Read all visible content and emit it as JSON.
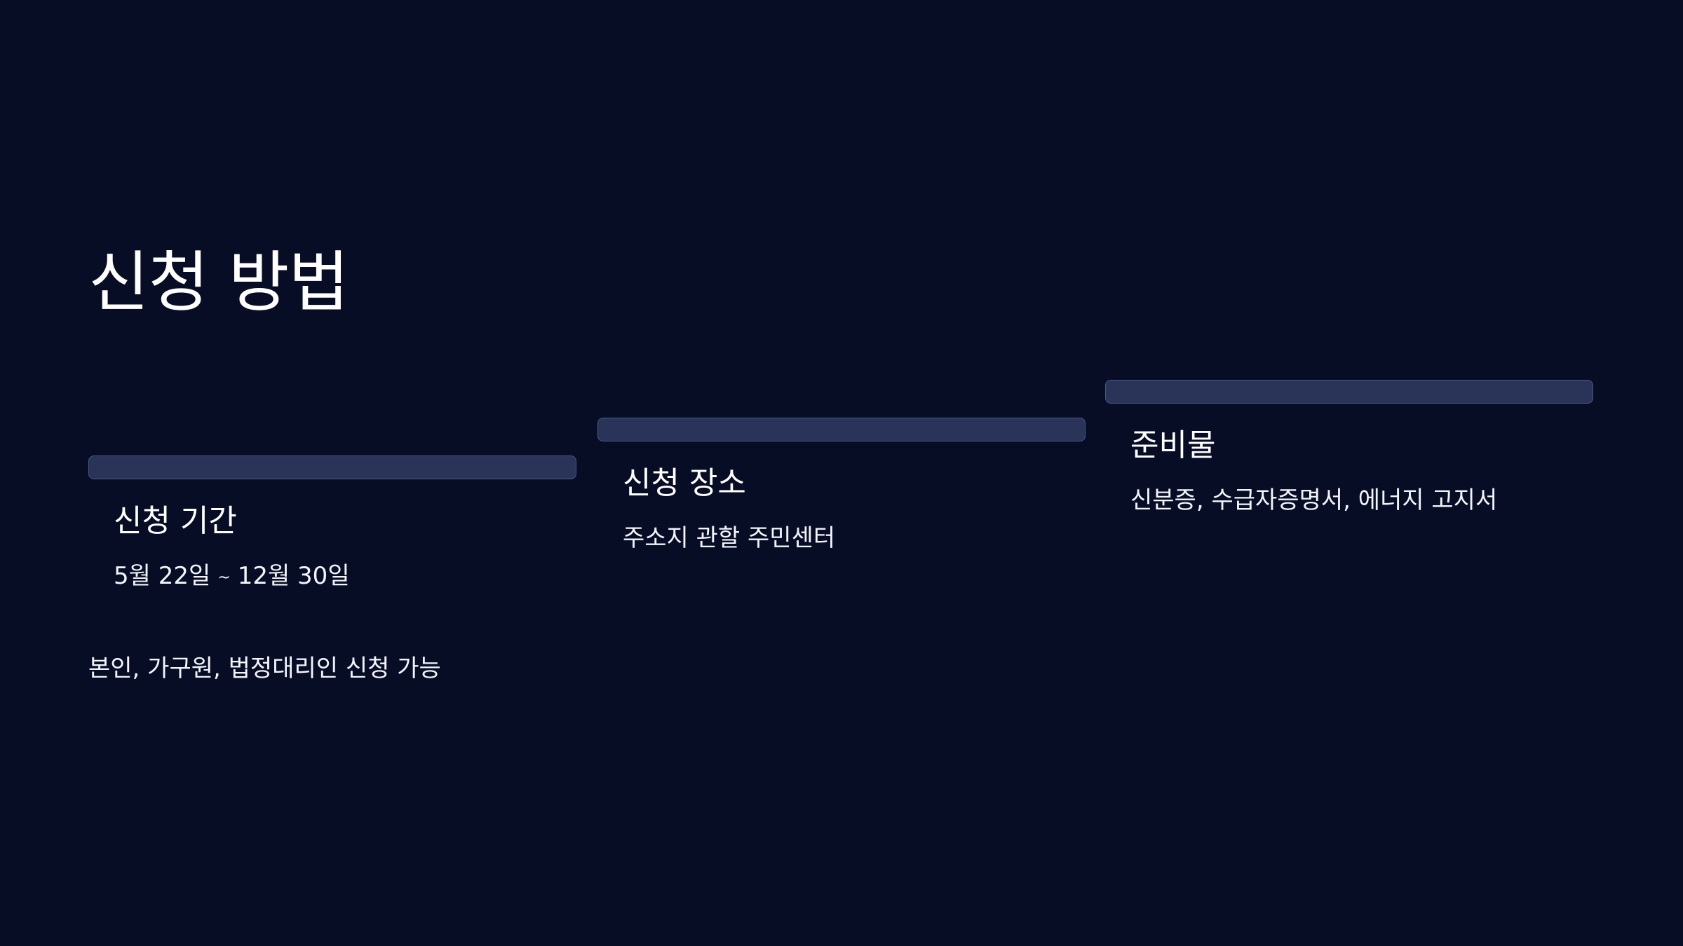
{
  "title": "신청 방법",
  "steps": [
    {
      "heading": "신청 기간",
      "body_start": "5월 22일",
      "body_sep": "~",
      "body_end": "12월 30일"
    },
    {
      "heading": "신청 장소",
      "body": "주소지 관할 주민센터"
    },
    {
      "heading": "준비물",
      "body": "신분증, 수급자증명서, 에너지 고지서"
    }
  ],
  "note": "본인, 가구원, 법정대리인 신청 가능",
  "colors": {
    "background": "#080d26",
    "bar_fill": "#2a3459",
    "bar_border": "#4b5683",
    "text": "#ffffff"
  }
}
